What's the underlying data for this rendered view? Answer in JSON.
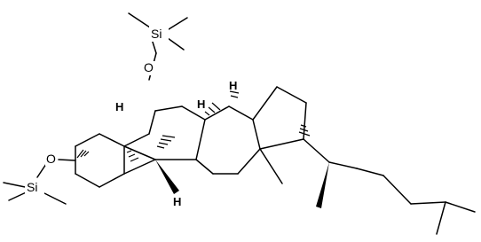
{
  "molecule": {
    "labels": {
      "si_top": "Si",
      "si_left": "Si",
      "o_top": "O",
      "o_left": "O",
      "h_c8": "H",
      "h_c5": "H",
      "h_c9": "H",
      "h_c10": "H"
    }
  }
}
